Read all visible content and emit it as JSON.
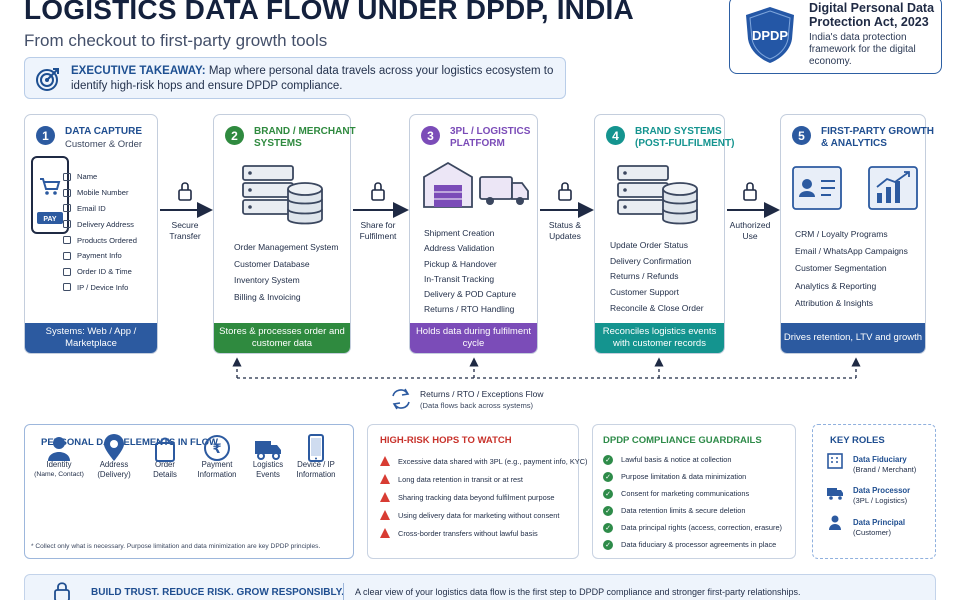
{
  "header": {
    "title": "LOGISTICS DATA FLOW UNDER DPDP, INDIA",
    "subtitle": "From checkout to first-party growth tools"
  },
  "takeaway": {
    "label": "EXECUTIVE TAKEAWAY:",
    "text": "Map where personal data travels across your logistics ecosystem to identify high-risk hops and ensure DPDP compliance."
  },
  "dpdp_badge": {
    "shield_text": "DPDP",
    "title": "Digital Personal Data Protection Act, 2023",
    "desc": "India's data protection framework for the digital economy."
  },
  "stages": [
    {
      "num": "1",
      "title": "DATA CAPTURE",
      "sub": "Customer & Order",
      "footer": "Systems: Web / App / Marketplace",
      "color": "#2c5aa0",
      "pay_label": "PAY",
      "items": [
        "Name",
        "Mobile Number",
        "Email ID",
        "Delivery Address",
        "Products Ordered",
        "Payment Info",
        "Order ID & Time",
        "IP / Device Info"
      ]
    },
    {
      "num": "2",
      "title": "BRAND / MERCHANT SYSTEMS",
      "footer": "Stores & processes order and customer data",
      "color": "#2f8a3f",
      "items": [
        "Order Management System",
        "Customer Database",
        "Inventory System",
        "Billing & Invoicing"
      ]
    },
    {
      "num": "3",
      "title": "3PL / LOGISTICS PLATFORM",
      "footer": "Holds data during fulfilment cycle",
      "color": "#7b4cb8",
      "items": [
        "Shipment Creation",
        "Address Validation",
        "Pickup & Handover",
        "In-Transit Tracking",
        "Delivery & POD Capture",
        "Returns / RTO Handling"
      ]
    },
    {
      "num": "4",
      "title": "BRAND SYSTEMS (POST-FULFILMENT)",
      "footer": "Reconciles logistics events with customer records",
      "color": "#14948f",
      "items": [
        "Update Order Status",
        "Delivery Confirmation",
        "Returns / Refunds",
        "Customer Support",
        "Reconcile & Close Order"
      ]
    },
    {
      "num": "5",
      "title": "FIRST-PARTY GROWTH & ANALYTICS",
      "footer": "Drives retention, LTV and growth",
      "color": "#2c5aa0",
      "items": [
        "CRM / Loyalty Programs",
        "Email / WhatsApp Campaigns",
        "Customer Segmentation",
        "Analytics & Reporting",
        "Attribution & Insights"
      ]
    }
  ],
  "flows": [
    "Secure Transfer",
    "Share for Fulfilment",
    "Status & Updates",
    "Authorized Use"
  ],
  "returns": {
    "title": "Returns / RTO / Exceptions Flow",
    "sub": "(Data flows back across systems)"
  },
  "elements_panel": {
    "title": "PERSONAL DATA ELEMENTS IN FLOW",
    "items": [
      {
        "label": "Identity",
        "sub": "(Name, Contact)",
        "icon": "person-icon"
      },
      {
        "label": "Address",
        "sub": "(Delivery)",
        "icon": "location-pin-icon"
      },
      {
        "label": "Order",
        "sub": "Details",
        "icon": "shopping-bag-icon"
      },
      {
        "label": "Payment",
        "sub": "Information",
        "icon": "rupee-icon"
      },
      {
        "label": "Logistics",
        "sub": "Events",
        "icon": "truck-icon"
      },
      {
        "label": "Device / IP",
        "sub": "Information",
        "icon": "smartphone-icon"
      }
    ],
    "note": "* Collect only what is necessary. Purpose limitation and data minimization are key DPDP principles."
  },
  "risk_panel": {
    "title": "HIGH-RISK HOPS TO WATCH",
    "items": [
      "Excessive data shared with 3PL (e.g., payment info, KYC)",
      "Long data retention in transit or at rest",
      "Sharing tracking data beyond fulfilment purpose",
      "Using delivery data for marketing without consent",
      "Cross-border transfers without lawful basis"
    ]
  },
  "guard_panel": {
    "title": "DPDP COMPLIANCE GUARDRAILS",
    "items": [
      "Lawful basis & notice at collection",
      "Purpose limitation & data minimization",
      "Consent for marketing communications",
      "Data retention limits & secure deletion",
      "Data principal rights (access, correction, erasure)",
      "Data fiduciary & processor agreements in place"
    ]
  },
  "roles_panel": {
    "title": "KEY ROLES",
    "items": [
      {
        "name": "Data Fiduciary",
        "sub": "(Brand / Merchant)"
      },
      {
        "name": "Data Processor",
        "sub": "(3PL / Logistics)"
      },
      {
        "name": "Data Principal",
        "sub": "(Customer)"
      }
    ]
  },
  "bottom": {
    "title": "BUILD TRUST. REDUCE RISK. GROW RESPONSIBLY.",
    "text": "A clear view of your logistics data flow is the first step to DPDP compliance and stronger first-party relationships."
  }
}
